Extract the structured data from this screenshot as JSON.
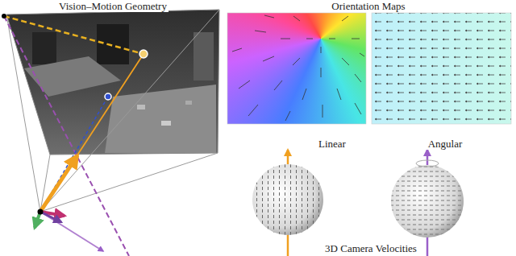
{
  "diagram": {
    "labels": [
      "Vision–Motion Geometry",
      "Orientation Maps",
      "Linear",
      "Angular",
      "3D Camera Velocities"
    ]
  }
}
